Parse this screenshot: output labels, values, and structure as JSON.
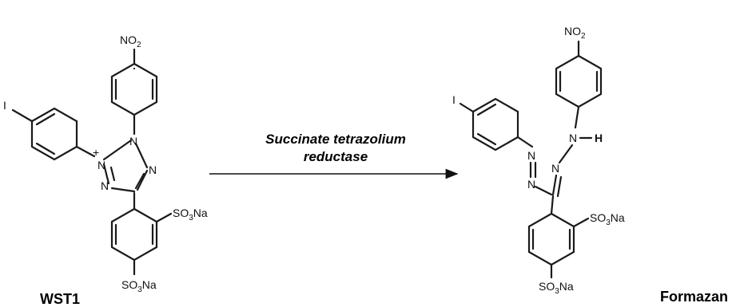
{
  "reactant": {
    "name": "WST1",
    "group_top": "NO",
    "group_top_sub": "2",
    "halogen": "I",
    "charge": "+",
    "ring_n1": "N",
    "ring_n2": "N",
    "ring_n3": "N",
    "ring_n4": "N",
    "sulfonate_1": "SO",
    "sulfonate_1_sub": "3",
    "sulfonate_1_tail": "Na",
    "sulfonate_2": "SO",
    "sulfonate_2_sub": "3",
    "sulfonate_2_tail": "Na"
  },
  "reaction": {
    "enzyme_line1": "Succinate tetrazolium",
    "enzyme_line2": "reductase"
  },
  "product": {
    "name": "Formazan",
    "group_top": "NO",
    "group_top_sub": "2",
    "halogen": "I",
    "n_a": "N",
    "n_b": "N",
    "n_c": "N",
    "n_d": "N",
    "hydrogen": "H",
    "sulfonate_1": "SO",
    "sulfonate_1_sub": "3",
    "sulfonate_1_tail": "Na",
    "sulfonate_2": "SO",
    "sulfonate_2_sub": "3",
    "sulfonate_2_tail": "Na"
  }
}
